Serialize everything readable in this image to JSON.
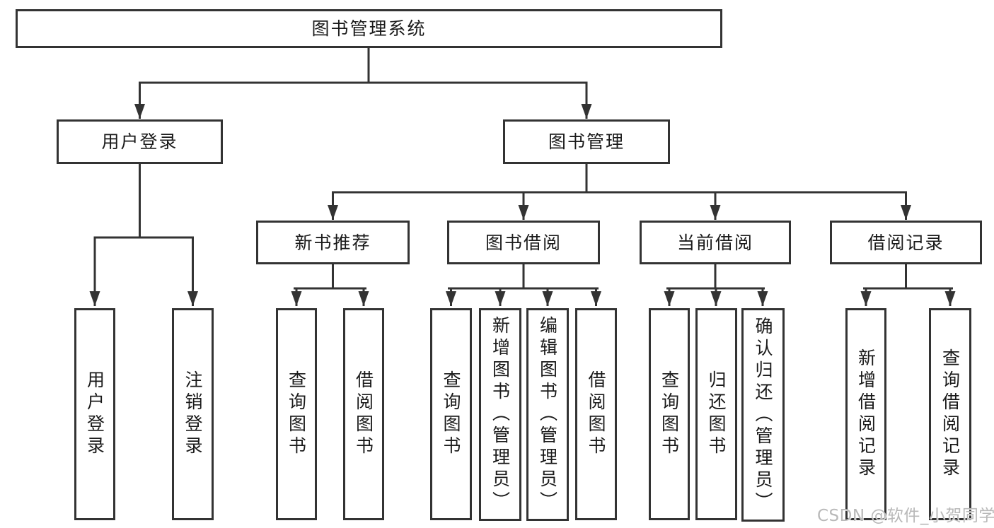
{
  "nodes": {
    "root": "图书管理系统",
    "user_login": "用户登录",
    "book_mgmt": "图书管理",
    "new_book_rec": "新书推荐",
    "book_borrow": "图书借阅",
    "current_borrow": "当前借阅",
    "borrow_record": "借阅记录",
    "ul_login": "用户登录",
    "ul_logout": "注销登录",
    "nbr_query": "查询图书",
    "nbr_borrow": "借阅图书",
    "bb_query": "查询图书",
    "bb_add": "新增图书（管理员）",
    "bb_edit": "编辑图书（管理员）",
    "bb_borrow": "借阅图书",
    "cb_query": "查询图书",
    "cb_return": "归还图书",
    "cb_confirm": "确认归还（管理员）",
    "br_add": "新增借阅记录",
    "br_query": "查询借阅记录"
  },
  "watermark": "CSDN @软件_小贺同学",
  "colors": {
    "line": "#333333",
    "border": "#333333",
    "text": "#1a1a1a",
    "background": "#ffffff",
    "watermark": "#b9b9b9"
  }
}
